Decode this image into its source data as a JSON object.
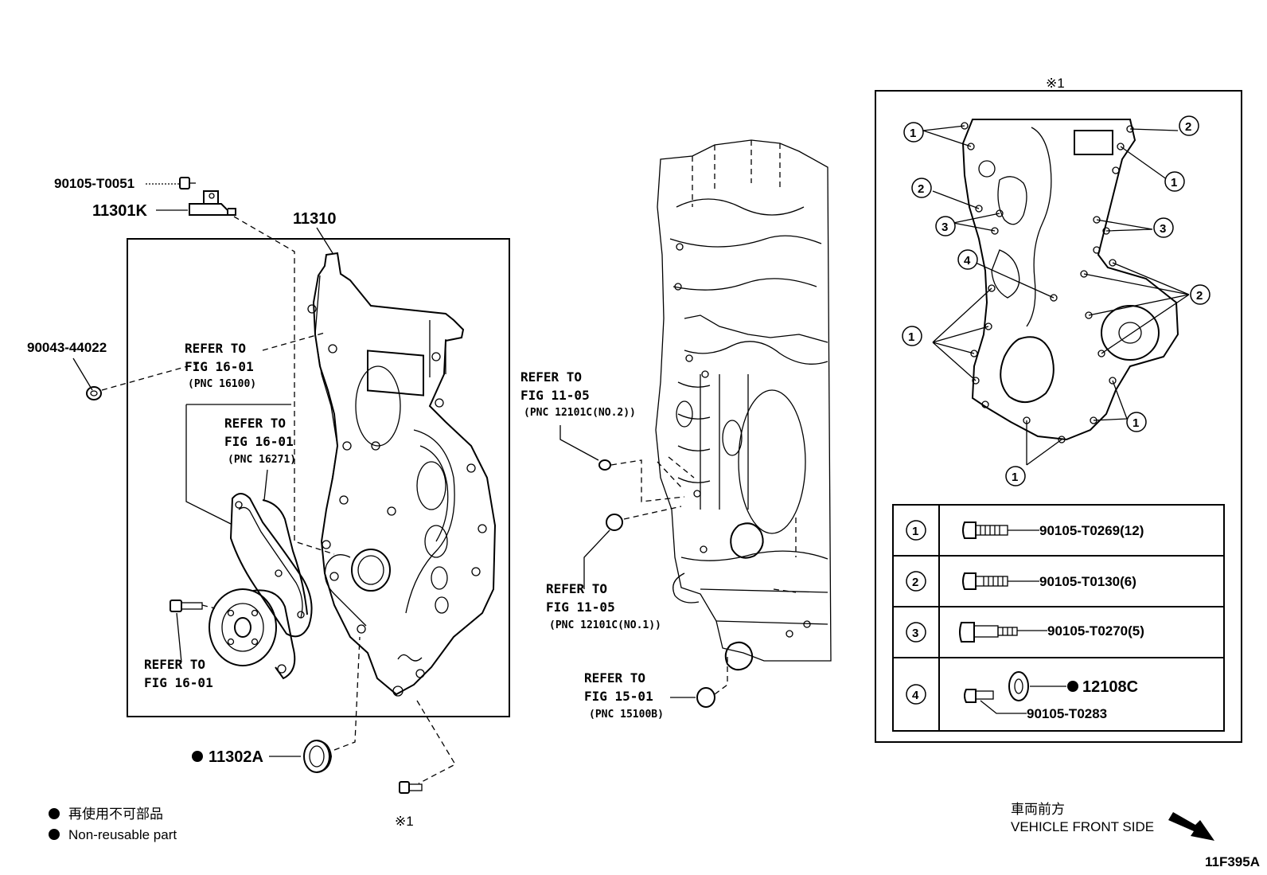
{
  "parts": {
    "bolt_sensor": "90105-T0051",
    "sensor": "11301K",
    "cover_assy": "11310",
    "plug": "90043-44022",
    "oil_seal": "11302A",
    "insulator": "12108C",
    "bolt_4": "90105-T0283"
  },
  "refs": {
    "fig1601_a": {
      "refer": "REFER TO",
      "fig": "FIG 16-01",
      "pnc": "(PNC 16100)"
    },
    "fig1601_b": {
      "refer": "REFER TO",
      "fig": "FIG 16-01",
      "pnc": "(PNC 16271)"
    },
    "fig1601_c": {
      "refer": "REFER TO",
      "fig": "FIG 16-01"
    },
    "fig1105_a": {
      "refer": "REFER TO",
      "fig": "FIG 11-05",
      "pnc": "(PNC 12101C(NO.2))"
    },
    "fig1105_b": {
      "refer": "REFER TO",
      "fig": "FIG 11-05",
      "pnc": "(PNC 12101C(NO.1))"
    },
    "fig1501": {
      "refer": "REFER TO",
      "fig": "FIG 15-01",
      "pnc": "(PNC 15100B)"
    }
  },
  "note_mark": "※1",
  "inset": {
    "title": "※1",
    "callouts": [
      "1",
      "2",
      "3",
      "4"
    ],
    "table": [
      {
        "index": "1",
        "part": "90105-T0269(12)"
      },
      {
        "index": "2",
        "part": "90105-T0130(6)"
      },
      {
        "index": "3",
        "part": "90105-T0270(5)"
      },
      {
        "index": "4",
        "part": "12108C",
        "part2": "90105-T0283"
      }
    ]
  },
  "legend": {
    "jp": "再使用不可部品",
    "en": "Non-reusable part"
  },
  "front": {
    "jp": "車両前方",
    "en": "VEHICLE FRONT SIDE"
  },
  "figure_code": "11F395A"
}
